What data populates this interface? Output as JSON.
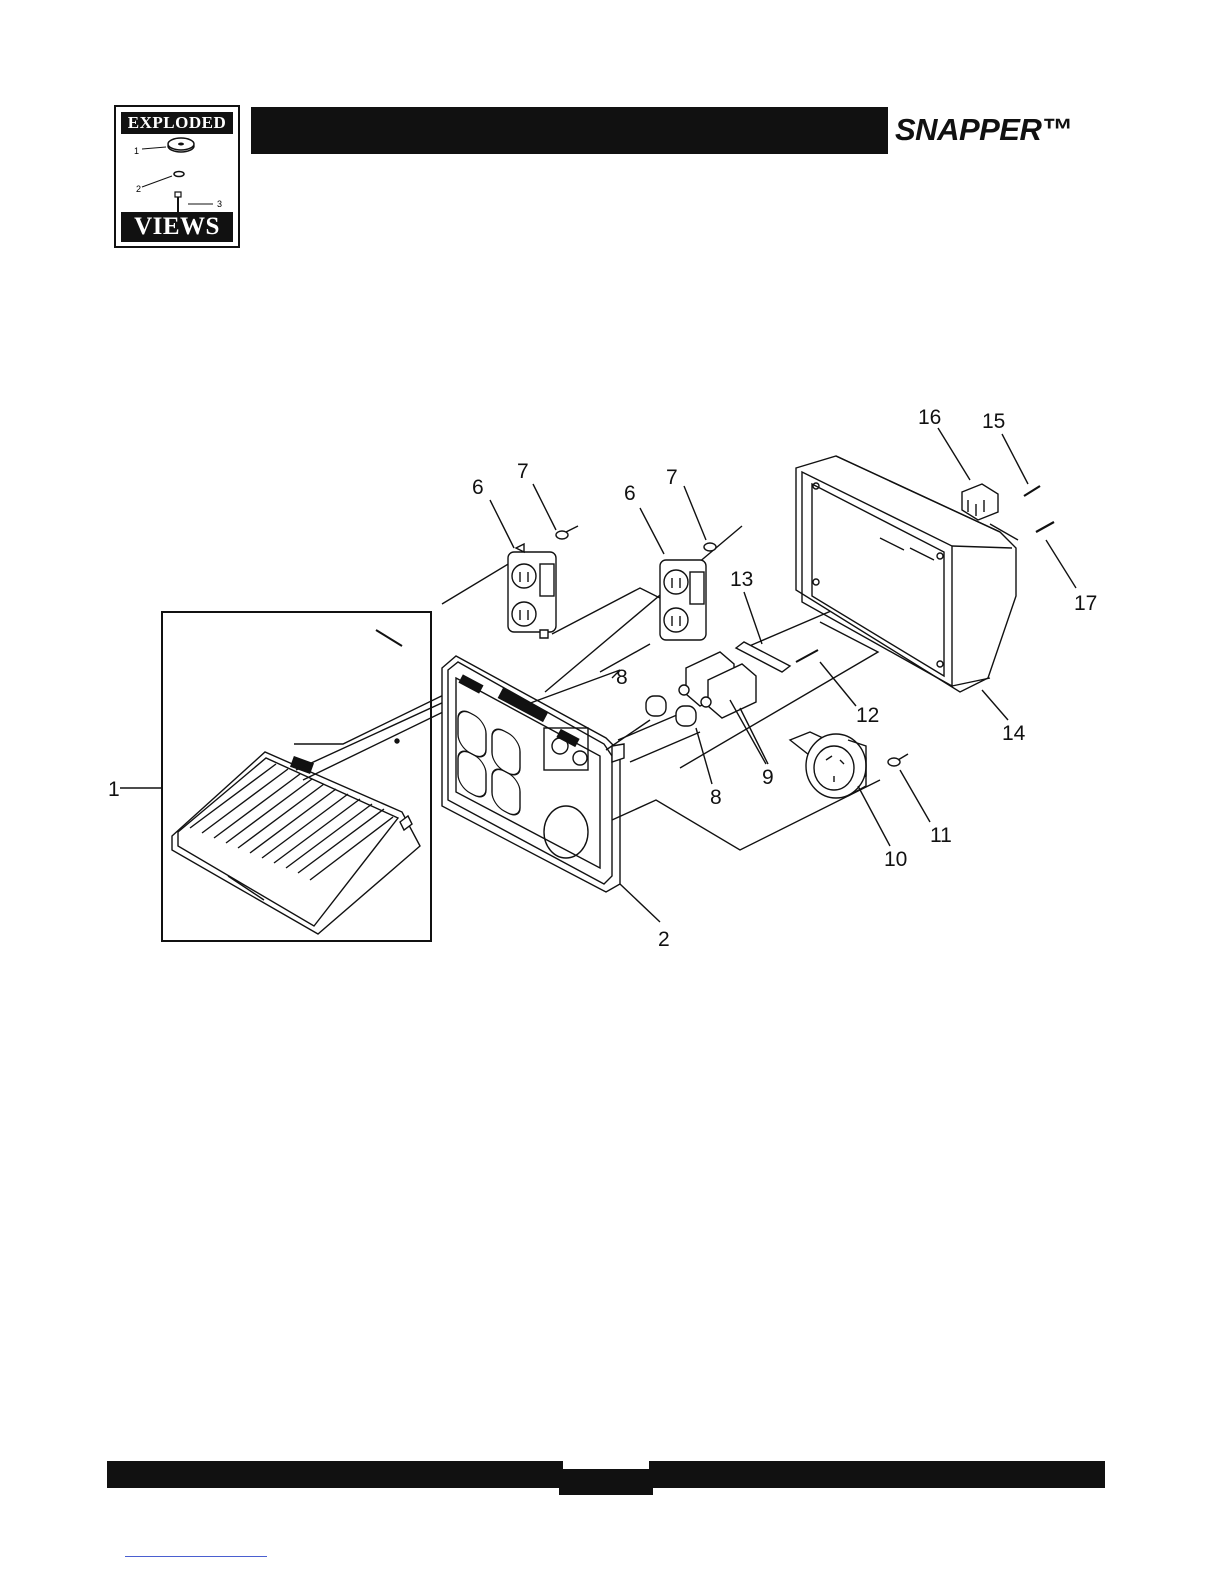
{
  "header": {
    "badge_top": "EXPLODED",
    "badge_bottom": "VIEWS",
    "badge_callouts": [
      "1",
      "2",
      "3"
    ],
    "title": "",
    "brand": "SNAPPER™"
  },
  "diagram": {
    "callouts": [
      {
        "id": "c16",
        "text": "16"
      },
      {
        "id": "c15",
        "text": "15"
      },
      {
        "id": "c7a",
        "text": "7"
      },
      {
        "id": "c6a",
        "text": "6"
      },
      {
        "id": "c7b",
        "text": "7"
      },
      {
        "id": "c6b",
        "text": "6"
      },
      {
        "id": "c13",
        "text": "13"
      },
      {
        "id": "c17",
        "text": "17"
      },
      {
        "id": "c8a",
        "text": "8"
      },
      {
        "id": "c12",
        "text": "12"
      },
      {
        "id": "c14",
        "text": "14"
      },
      {
        "id": "c1",
        "text": "1"
      },
      {
        "id": "c9",
        "text": "9"
      },
      {
        "id": "c8b",
        "text": "8"
      },
      {
        "id": "c11",
        "text": "11"
      },
      {
        "id": "c10",
        "text": "10"
      },
      {
        "id": "c2",
        "text": "2"
      }
    ]
  },
  "footer": {
    "page_number": ""
  }
}
